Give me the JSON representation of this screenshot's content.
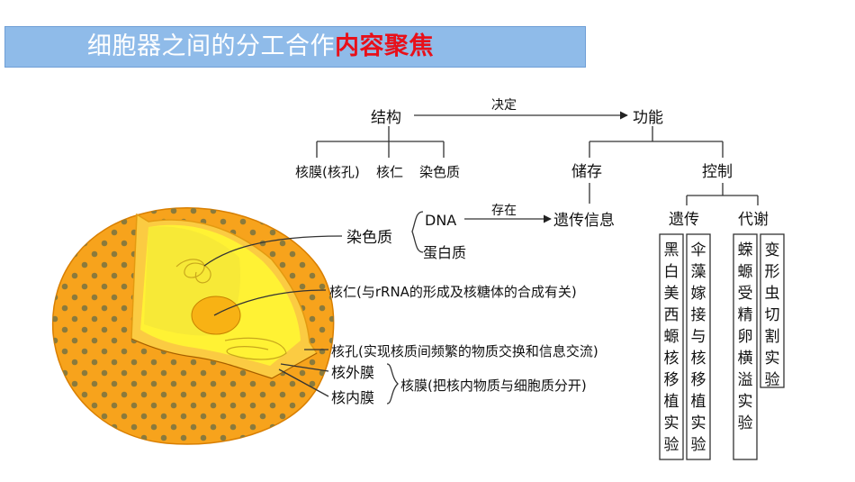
{
  "title": {
    "plain": "细胞器之间的分工合作",
    "highlight": "内容聚焦"
  },
  "concept_map": {
    "structure": "结构",
    "function": "功能",
    "determines": "决定",
    "structure_parts": [
      "核膜(核孔)",
      "核仁",
      "染色质"
    ],
    "storage": "储存",
    "control": "控制",
    "genetic_info": "遗传信息",
    "stored_in": "存在",
    "heredity": "遗传",
    "metabolism": "代谢"
  },
  "labels": {
    "chromatin": "染色质",
    "dna": "DNA",
    "protein": "蛋白质",
    "nucleolus": "核仁(与rRNA的形成及核糖体的合成有关)",
    "nuclear_pore": "核孔(实现核质间频繁的物质交换和信息交流)",
    "outer_membrane": "核外膜",
    "inner_membrane": "核内膜",
    "nuclear_envelope": "核膜(把核内物质与细胞质分开)"
  },
  "experiments": [
    {
      "name": "黑白美西螈核移植实验",
      "color": "#111111"
    },
    {
      "name": "伞藻嫁接与核移植实验",
      "color": "#111111"
    },
    {
      "name": "蝾螈受精卵横溢实验",
      "color": "#111111"
    },
    {
      "name": "变形虫切割实验",
      "color": "#111111"
    }
  ],
  "colors": {
    "banner": "#8fbbe9",
    "highlight": "#e8101a",
    "cell_outer": "#f7a31c",
    "cell_inner": "#fff234",
    "nucleolus": "#f8b214"
  }
}
